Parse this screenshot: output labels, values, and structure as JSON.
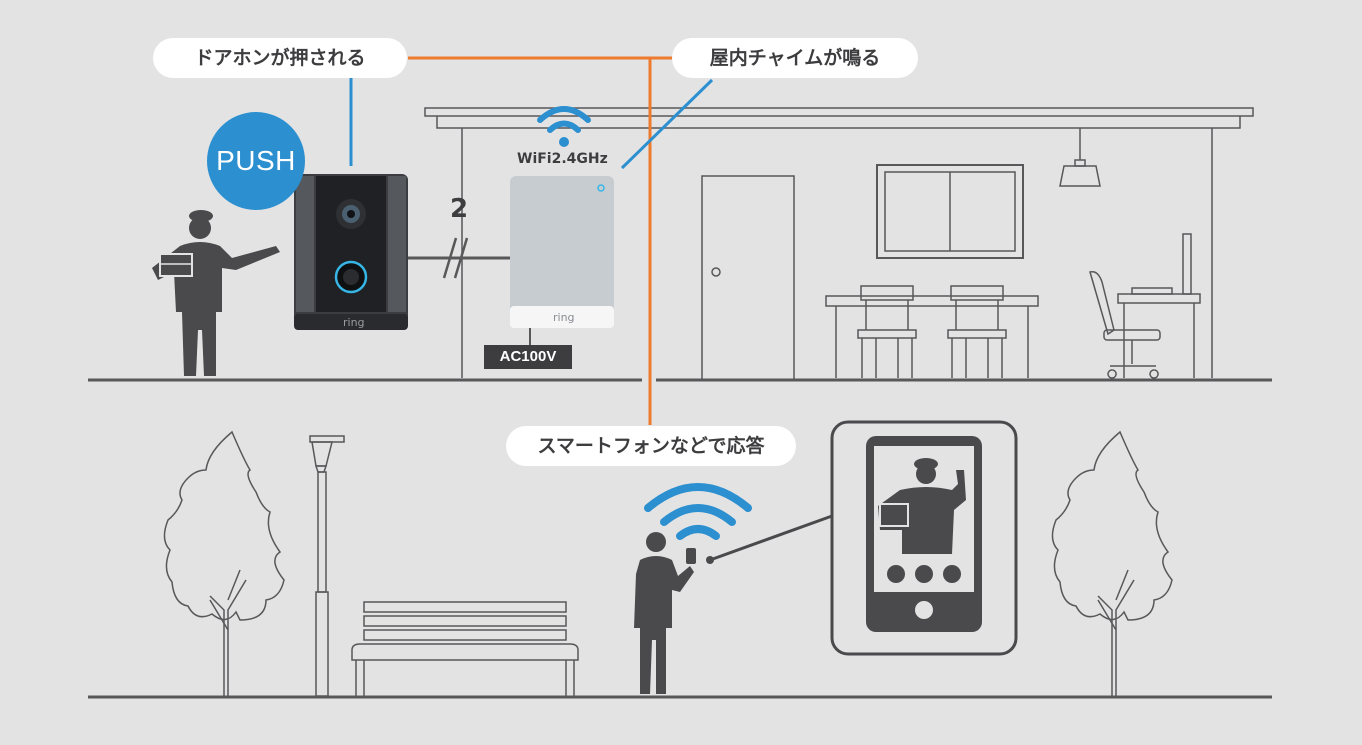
{
  "labels": {
    "doorbell_pressed": "ドアホンが押される",
    "chime_rings": "屋内チャイムが鳴る",
    "respond_smartphone": "スマートフォンなどで応答",
    "push": "PUSH",
    "wifi": "WiFi2.4GHz",
    "wire_count": "2",
    "power": "AC100V",
    "brand_doorbell": "ring",
    "brand_chime": "ring"
  },
  "colors": {
    "background": "#e3e3e4",
    "line_dark": "#58585a",
    "accent_blue": "#2b8fd0",
    "accent_orange": "#ee7a2d",
    "figure": "#4a4a4c"
  },
  "icons": [
    "wifi-icon",
    "person-delivery-icon",
    "person-phone-icon",
    "smartphone-icon",
    "tree-icon",
    "street-lamp-icon",
    "bench-icon",
    "pendant-lamp-icon",
    "office-chair-icon"
  ]
}
